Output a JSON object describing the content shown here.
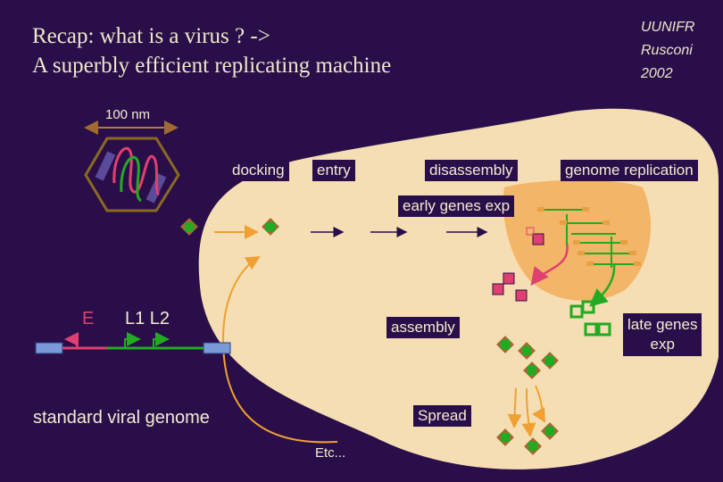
{
  "title": {
    "line1": "Recap: what is a virus ?  ->",
    "line2": "A superbly efficient replicating machine"
  },
  "credit": {
    "line1": "UUNIFR",
    "line2": "Rusconi",
    "line3": "2002"
  },
  "scale_label": "100 nm",
  "steps": {
    "docking": "docking",
    "entry": "entry",
    "disassembly": "disassembly",
    "genome_replication": "genome replication",
    "early_genes": "early genes exp",
    "late_genes_line1": "late genes",
    "late_genes_line2": "exp",
    "assembly": "assembly",
    "spread": "Spread",
    "etc": "Etc..."
  },
  "genome": {
    "label_e": "E",
    "label_l": "L1 L2",
    "caption": "standard viral genome"
  },
  "colors": {
    "background": "#2a0e4a",
    "cell": "#f5deb3",
    "nucleus": "#f3b567",
    "capsid": "#8a6a20",
    "early_arrow": "#e04070",
    "late_arrow": "#22aa22",
    "path_arrow": "#f0a030"
  }
}
